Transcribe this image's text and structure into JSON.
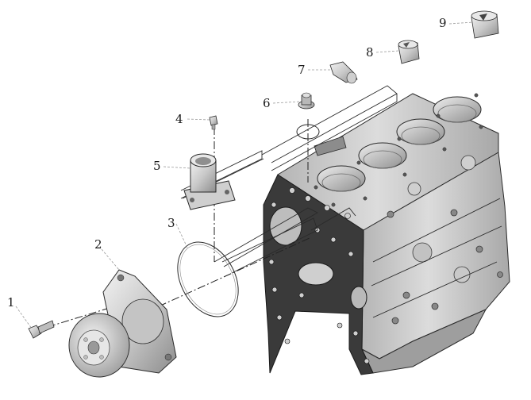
{
  "diagram": {
    "callouts": [
      {
        "id": "1",
        "label": "1"
      },
      {
        "id": "2",
        "label": "2"
      },
      {
        "id": "3",
        "label": "3"
      },
      {
        "id": "4",
        "label": "4"
      },
      {
        "id": "5",
        "label": "5"
      },
      {
        "id": "6",
        "label": "6"
      },
      {
        "id": "7",
        "label": "7"
      },
      {
        "id": "8",
        "label": "8"
      },
      {
        "id": "9",
        "label": "9"
      }
    ],
    "parts": [
      "bolt",
      "water-pump",
      "gasket-ring",
      "small-bolt",
      "thermostat-housing",
      "thermostat",
      "fitting",
      "plug-small",
      "plug-large",
      "cylinder-block"
    ],
    "colors": {
      "metal_light": "#d8d8d8",
      "metal_mid": "#a9a9a9",
      "metal_dark": "#6e6e6e",
      "block_face": "#3a3a3a",
      "outline": "#2a2a2a"
    }
  }
}
